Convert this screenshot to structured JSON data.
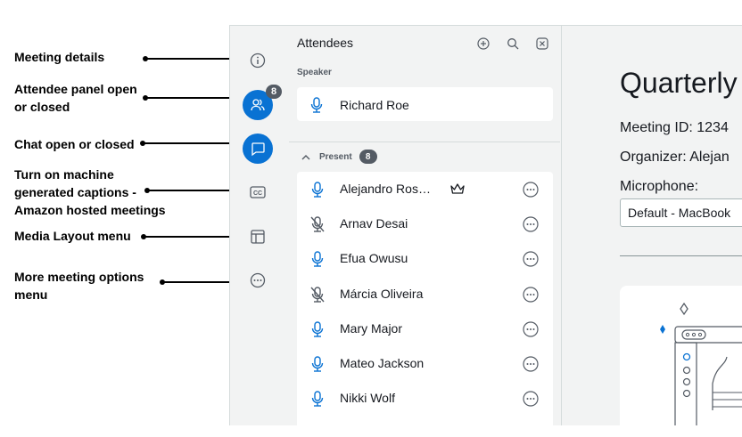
{
  "callouts": [
    {
      "label": "Meeting details"
    },
    {
      "label": "Attendee panel open or closed"
    },
    {
      "label": "Chat open or closed"
    },
    {
      "label": "Turn on machine generated captions - Amazon hosted meetings"
    },
    {
      "label": "Media Layout menu"
    },
    {
      "label": "More meeting options menu"
    }
  ],
  "rail": {
    "attendee_badge": "8",
    "icons": [
      "info-icon",
      "attendees-icon",
      "chat-icon",
      "closed-captions-icon",
      "layout-icon",
      "more-options-icon"
    ],
    "active_color": "#0972d3"
  },
  "panel": {
    "title": "Attendees",
    "actions": [
      "add-icon",
      "search-icon",
      "close-icon"
    ],
    "speaker_label": "Speaker",
    "speaker": {
      "name": "Richard Roe",
      "mic": "on"
    },
    "present_label": "Present",
    "present_count": "8",
    "attendees": [
      {
        "name": "Alejandro Ros…",
        "mic": "on",
        "host": true
      },
      {
        "name": "Arnav Desai",
        "mic": "muted"
      },
      {
        "name": "Efua Owusu",
        "mic": "on"
      },
      {
        "name": "Márcia Oliveira",
        "mic": "muted"
      },
      {
        "name": "Mary Major",
        "mic": "on"
      },
      {
        "name": "Mateo Jackson",
        "mic": "on"
      },
      {
        "name": "Nikki Wolf",
        "mic": "on"
      }
    ]
  },
  "details": {
    "title": "Quarterly",
    "meeting_id": "Meeting ID: 1234",
    "organizer": "Organizer: Alejan",
    "microphone_label": "Microphone:",
    "microphone_value": "Default - MacBook"
  }
}
